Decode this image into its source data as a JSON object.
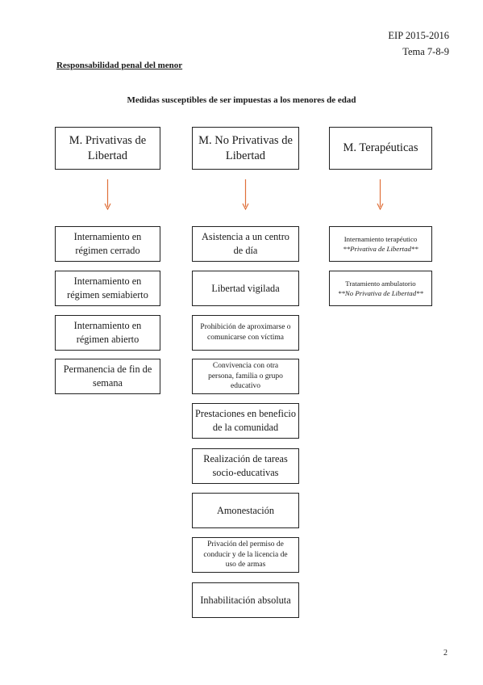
{
  "header": {
    "course": "EIP 2015-2016",
    "topic": "Tema 7-8-9"
  },
  "document": {
    "section_title": "Responsabilidad penal del menor",
    "subtitle": "Medidas susceptibles de ser impuestas a los menores de edad",
    "page_number": "2"
  },
  "columns": {
    "privativas": {
      "heading_line1": "M. Privativas de",
      "heading_line2": "Libertad",
      "items": [
        {
          "line1": "Internamiento en",
          "line2": "régimen cerrado"
        },
        {
          "line1": "Internamiento en",
          "line2": "régimen semiabierto"
        },
        {
          "line1": "Internamiento en",
          "line2": "régimen abierto"
        },
        {
          "line1": "Permanencia de fin de",
          "line2": "semana"
        }
      ]
    },
    "no_privativas": {
      "heading_line1": "M. No Privativas de",
      "heading_line2": "Libertad",
      "items": [
        {
          "line1": "Asistencia a un centro",
          "line2": "de día"
        },
        {
          "line1": "Libertad vigilada"
        },
        {
          "line1": "Prohibición de aproximarse o",
          "line2": "comunicarse con víctima"
        },
        {
          "line1": "Convivencia con otra",
          "line2": "persona, familia o grupo",
          "line3": "educativo"
        },
        {
          "line1": "Prestaciones en beneficio",
          "line2": "de la comunidad"
        },
        {
          "line1": "Realización de tareas",
          "line2": "socio-educativas"
        },
        {
          "line1": "Amonestación"
        },
        {
          "line1": "Privación del permiso de",
          "line2": "conducir y de la licencia de",
          "line3": "uso de armas"
        },
        {
          "line1": "Inhabilitación absoluta"
        }
      ]
    },
    "terapeuticas": {
      "heading": "M. Terapéuticas",
      "items": [
        {
          "line1": "Internamiento terapéutico",
          "note": "**Privativa de Libertad**"
        },
        {
          "line1": "Tratamiento ambulatorio",
          "note": "**No Privativa de Libertad**"
        }
      ]
    }
  },
  "colors": {
    "arrow": "#e0703a",
    "border": "#222222",
    "text": "#1a1a1a"
  }
}
